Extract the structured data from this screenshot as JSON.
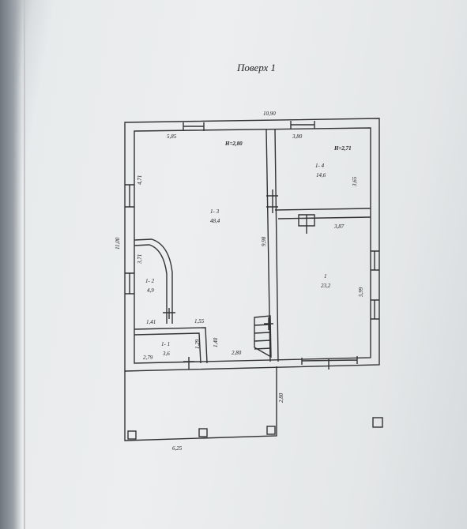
{
  "title": "Поверх 1",
  "rooms": [
    {
      "id": "1-1",
      "name": "1- 1",
      "area": "3,6"
    },
    {
      "id": "1-2",
      "name": "1- 2",
      "area": "4,9"
    },
    {
      "id": "1-3",
      "name": "1- 3",
      "area": "48,4"
    },
    {
      "id": "1-4",
      "name": "1- 4",
      "area": "14,6"
    },
    {
      "id": "1",
      "name": "1",
      "area": "23,2"
    }
  ],
  "heights": {
    "main": "Н=2,80",
    "room_1_4": "Н=2,71"
  },
  "dimensions": {
    "overall_width": "10,90",
    "overall_depth": "11,00",
    "room_1_3_width": "5,85",
    "room_1_4_width": "3,80",
    "room_1_4_depth": "3,65",
    "room_1_3_wall_left": "4,71",
    "room_1_2_depth": "3,71",
    "room_1_2_width": "1,41",
    "room_1_3_depth": "9,98",
    "room_1_width": "3,87",
    "room_1_depth": "5,99",
    "room_1_1_width": "2,79",
    "room_1_1_depth": "1,29",
    "stair_offset": "1,55",
    "corridor_depth": "1,40",
    "corridor_width": "2,80",
    "terrace_depth": "2,80",
    "terrace_width": "6,25"
  }
}
